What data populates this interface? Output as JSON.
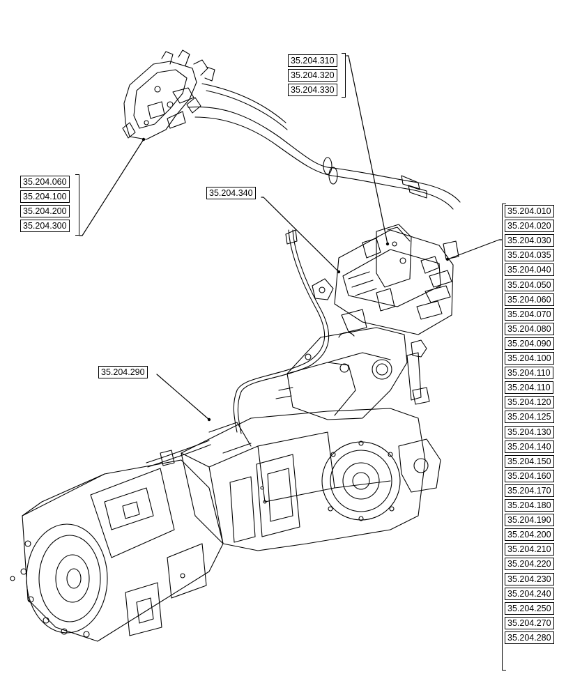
{
  "callouts": {
    "top_group": [
      "35.204.310",
      "35.204.320",
      "35.204.330"
    ],
    "left_group": [
      "35.204.060",
      "35.204.100",
      "35.204.200",
      "35.204.300"
    ],
    "middle_single": "35.204.340",
    "lower_single": "35.204.290",
    "right_group": [
      "35.204.010",
      "35.204.020",
      "35.204.030",
      "35.204.035",
      "35.204.040",
      "35.204.050",
      "35.204.060",
      "35.204.070",
      "35.204.080",
      "35.204.090",
      "35.204.100",
      "35.204.110",
      "35.204.110",
      "35.204.120",
      "35.204.125",
      "35.204.130",
      "35.204.140",
      "35.204.150",
      "35.204.160",
      "35.204.170",
      "35.204.180",
      "35.204.190",
      "35.204.200",
      "35.204.210",
      "35.204.220",
      "35.204.230",
      "35.204.240",
      "35.204.250",
      "35.204.270",
      "35.204.280"
    ]
  }
}
